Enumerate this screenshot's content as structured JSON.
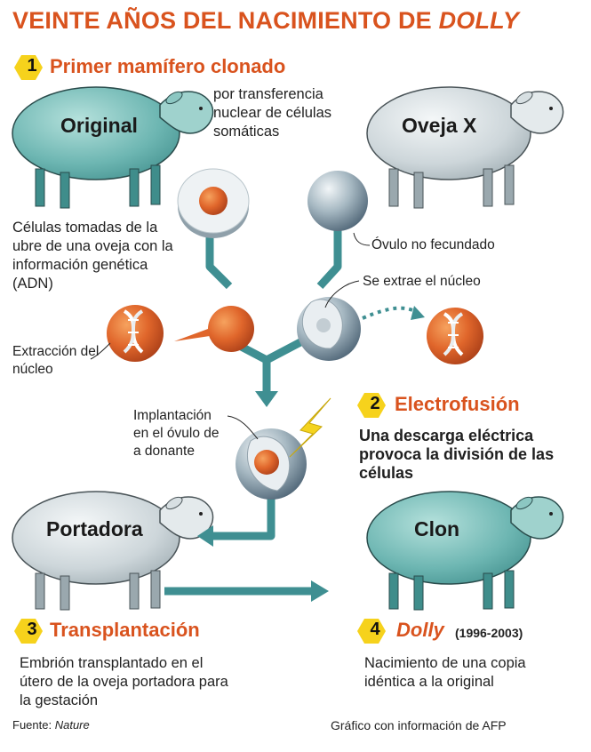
{
  "title": {
    "main": "VEINTE AÑOS DEL NACIMIENTO DE ",
    "emphasis": "DOLLY"
  },
  "step1": {
    "number": "1",
    "heading": "Primer mamífero clonado",
    "subtitle": "por transferencia nuclear de células somáticas"
  },
  "sheep": {
    "original": "Original",
    "oveja_x": "Oveja X",
    "portadora": "Portadora",
    "clon": "Clon"
  },
  "labels": {
    "celulas": "Células tomadas de la ubre de una oveja con la información genética (ADN)",
    "ovulo": "Óvulo no fecundado",
    "extrae": "Se extrae el núcleo",
    "extraccion": "Extracción del núcleo",
    "implantacion": "Implantación en el óvulo de a donante"
  },
  "step2": {
    "number": "2",
    "heading": "Electrofusión",
    "description": "Una descarga eléctrica provoca la división de las células"
  },
  "step3": {
    "number": "3",
    "heading": "Transplantación",
    "description": "Embrión transplantado en el útero de la oveja portadora para la gestación"
  },
  "step4": {
    "number": "4",
    "heading": "Dolly",
    "years": "(1996-2003)",
    "description": "Nacimiento de una copia idéntica a la original"
  },
  "footer": {
    "source_label": "Fuente:",
    "source_value": "Nature",
    "credit": "Gráfico con información de AFP"
  },
  "colors": {
    "orange": "#d9531e",
    "teal": "#3f8f92",
    "sheep_teal": "#7cc3c0",
    "sheep_gray": "#d6dde0",
    "badge_yellow": "#f6d21c"
  }
}
